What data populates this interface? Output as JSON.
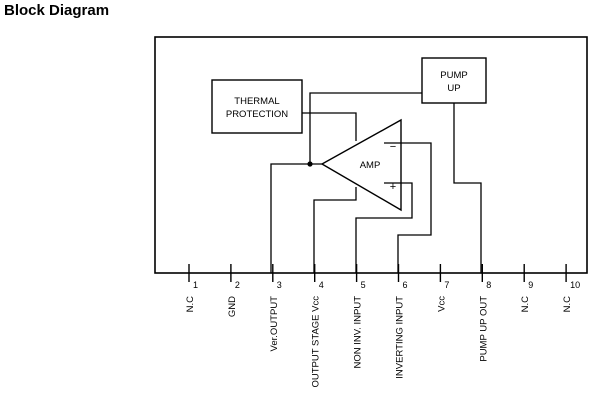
{
  "title": "Block Diagram",
  "blocks": {
    "thermal_protection": [
      "THERMAL",
      "PROTECTION"
    ],
    "pump_up": [
      "PUMP",
      "UP"
    ],
    "amp": "AMP",
    "amp_minus": "−",
    "amp_plus": "+"
  },
  "pins": [
    {
      "num": "1",
      "name": "N.C"
    },
    {
      "num": "2",
      "name": "GND"
    },
    {
      "num": "3",
      "name": "Ver.OUTPUT"
    },
    {
      "num": "4",
      "name": "OUTPUT STAGE Vcc"
    },
    {
      "num": "5",
      "name": "NON INV. INPUT"
    },
    {
      "num": "6",
      "name": "INVERTING INPUT"
    },
    {
      "num": "7",
      "name": "Vcc"
    },
    {
      "num": "8",
      "name": "PUMP UP OUT"
    },
    {
      "num": "9",
      "name": "N.C"
    },
    {
      "num": "10",
      "name": "N.C"
    }
  ]
}
